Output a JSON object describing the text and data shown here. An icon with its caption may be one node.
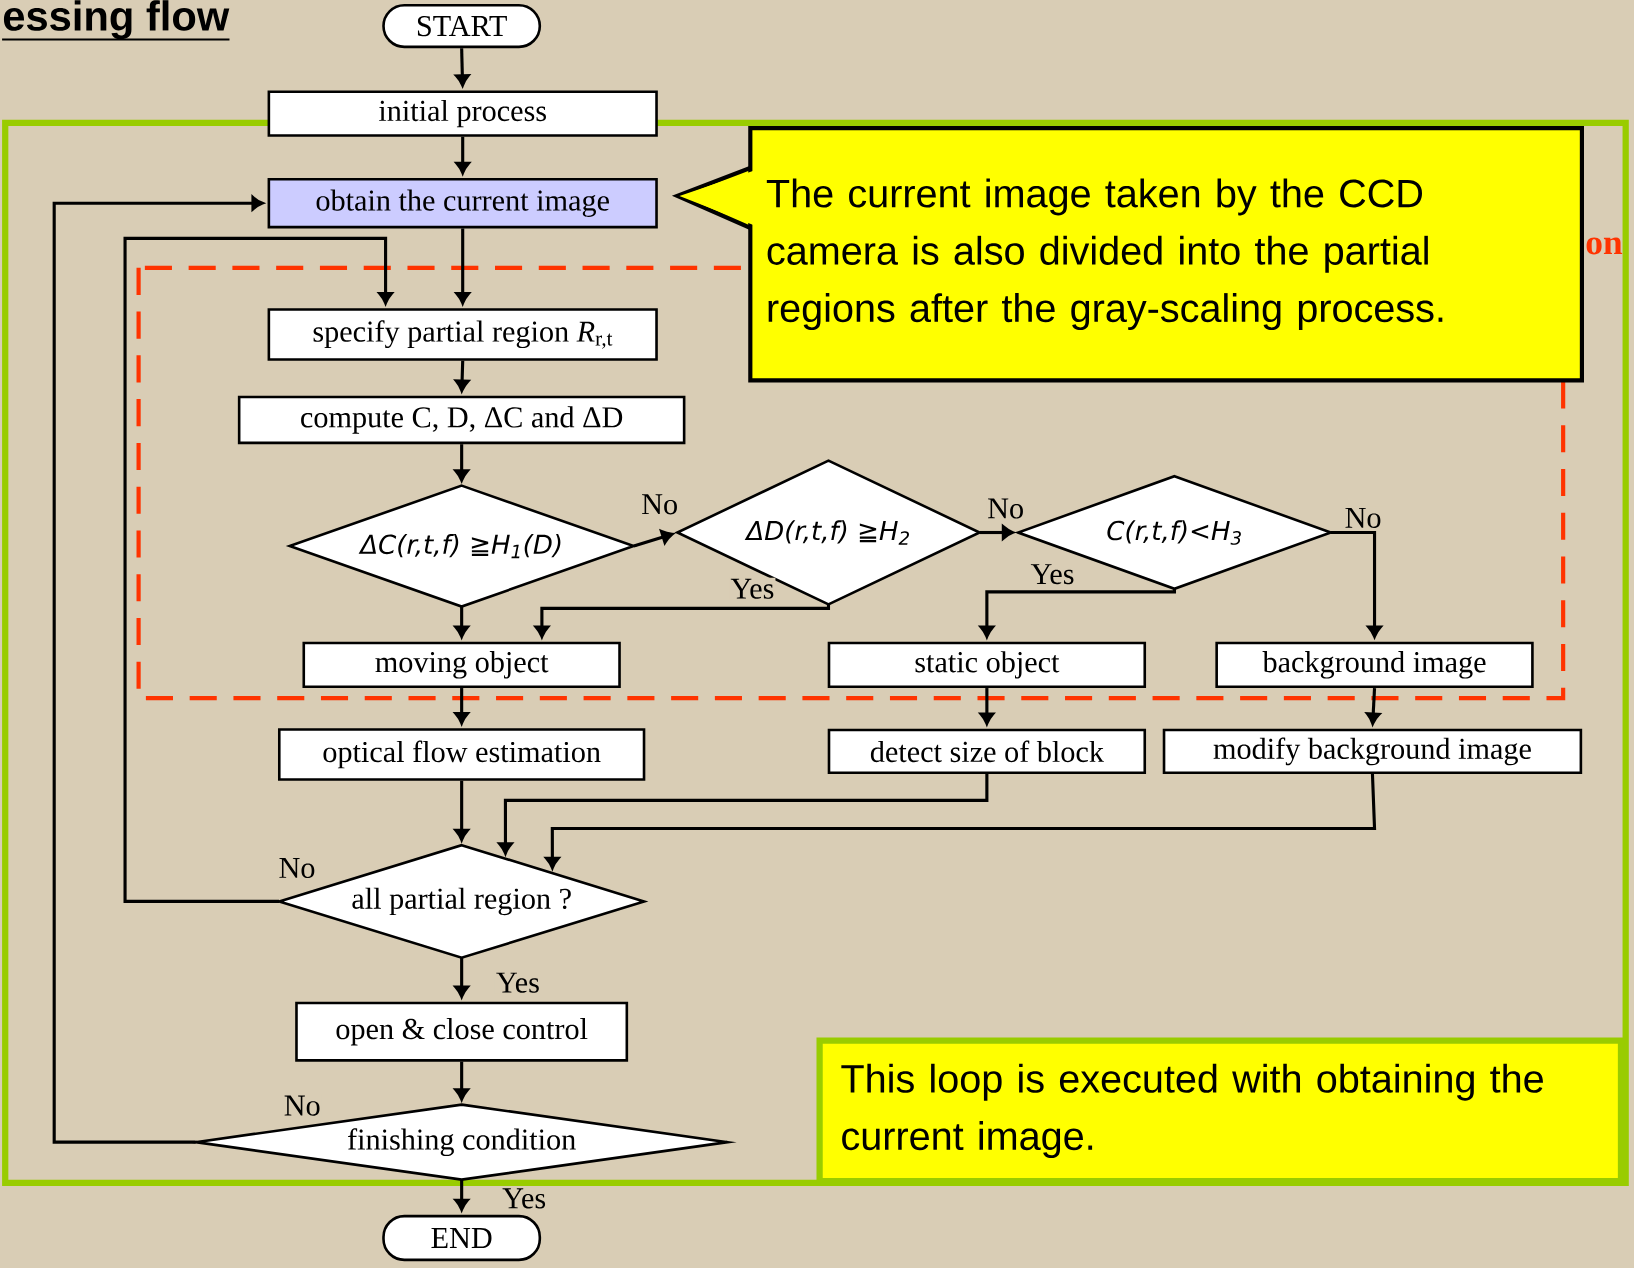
{
  "diagram": {
    "title": "essing flow",
    "nodes": [
      {
        "text": [
          "START"
        ]
      },
      {
        "text": [
          "initial process"
        ]
      },
      {
        "text": [
          "obtain the current image"
        ]
      },
      {
        "text": [
          "specify partial region *R*$_{r,t}$"
        ]
      },
      {
        "text": [
          "compute C, D, ΔC and ΔD"
        ]
      },
      {
        "text": [
          "ΔC(r,t,f) ≧H$_{1}$(D)"
        ]
      },
      {
        "text": [
          "ΔD(r,t,f) ≧H$_{2}$"
        ]
      },
      {
        "text": [
          "C(r,t,f)<H$_{3}$"
        ]
      },
      {
        "text": [
          "moving object"
        ]
      },
      {
        "text": [
          "static object"
        ]
      },
      {
        "text": [
          "background image"
        ]
      },
      {
        "text": [
          "optical flow estimation"
        ]
      },
      {
        "text": [
          "detect size of block"
        ]
      },
      {
        "text": [
          "modify background image"
        ]
      },
      {
        "text": [
          "all partial region ?"
        ]
      },
      {
        "text": [
          "open & close control"
        ]
      },
      {
        "text": [
          "finishing condition"
        ]
      },
      {
        "text": [
          "END"
        ]
      },
      {
        "text": [
          "The current image taken by the CCD camera is also divided into the partial regions after the gray-scaling process."
        ]
      },
      {
        "text": [
          "This loop is executed with obtaining the current image."
        ]
      }
    ],
    "edges": [
      {
        "from": 0,
        "to": 1,
        "arrow": "to"
      },
      {
        "from": 1,
        "to": 2,
        "arrow": "to"
      },
      {
        "from": 2,
        "to": 3,
        "arrow": "to"
      },
      {
        "from": 3,
        "to": 4,
        "arrow": "to"
      },
      {
        "from": 4,
        "to": 5,
        "arrow": "to"
      },
      {
        "from": 5,
        "to": 6,
        "arrow": "to",
        "label": "No"
      },
      {
        "from": 6,
        "to": 7,
        "arrow": "to",
        "label": "No"
      },
      {
        "from": 7,
        "to": 10,
        "arrow": "to",
        "label": "No"
      },
      {
        "from": 5,
        "to": 8,
        "arrow": "to"
      },
      {
        "from": 6,
        "to": 8,
        "arrow": "to",
        "label": "Yes"
      },
      {
        "from": 7,
        "to": 9,
        "arrow": "to",
        "label": "Yes"
      },
      {
        "from": 8,
        "to": 11,
        "arrow": "to"
      },
      {
        "from": 9,
        "to": 12,
        "arrow": "to"
      },
      {
        "from": 10,
        "to": 13,
        "arrow": "to"
      },
      {
        "from": 11,
        "to": 14,
        "arrow": "to"
      },
      {
        "from": 12,
        "to": 14,
        "arrow": "to"
      },
      {
        "from": 13,
        "to": 14,
        "arrow": "to"
      },
      {
        "from": 14,
        "to": 3,
        "arrow": "to",
        "label": "No"
      },
      {
        "from": 14,
        "to": 15,
        "arrow": "to",
        "label": "Yes"
      },
      {
        "from": 15,
        "to": 16,
        "arrow": "to"
      },
      {
        "from": 16,
        "to": 2,
        "arrow": "to",
        "label": "No"
      },
      {
        "from": 16,
        "to": 17,
        "arrow": "to",
        "label": "Yes"
      }
    ],
    "labels": [
      "on"
    ]
  }
}
